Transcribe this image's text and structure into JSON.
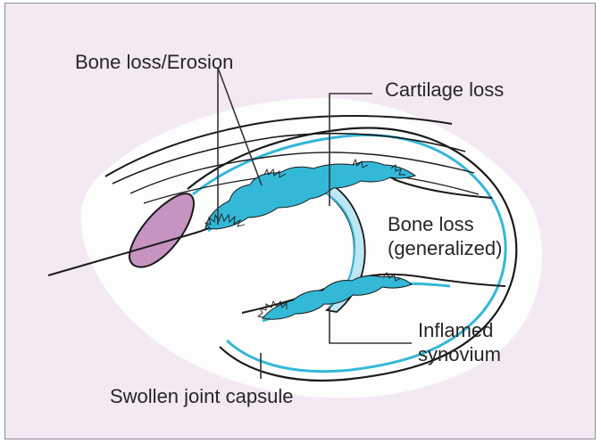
{
  "labels": {
    "bone_loss_erosion": "Bone loss/Erosion",
    "cartilage_loss": "Cartilage loss",
    "bone_loss_generalized_line1": "Bone loss",
    "bone_loss_generalized_line2": "(generalized)",
    "inflamed_synovium_line1": "Inflamed",
    "inflamed_synovium_line2": "synovium",
    "swollen_joint_capsule": "Swollen joint capsule"
  },
  "colors": {
    "background": "#f3e9f3",
    "border": "#8f8a98",
    "outline": "#1a1a1a",
    "inflamed_synovium": "#33b8d8",
    "cartilage": "#bde8f3",
    "bone_fill": "#ffffff",
    "purple_structure": "#c794c2",
    "text": "#262626"
  }
}
